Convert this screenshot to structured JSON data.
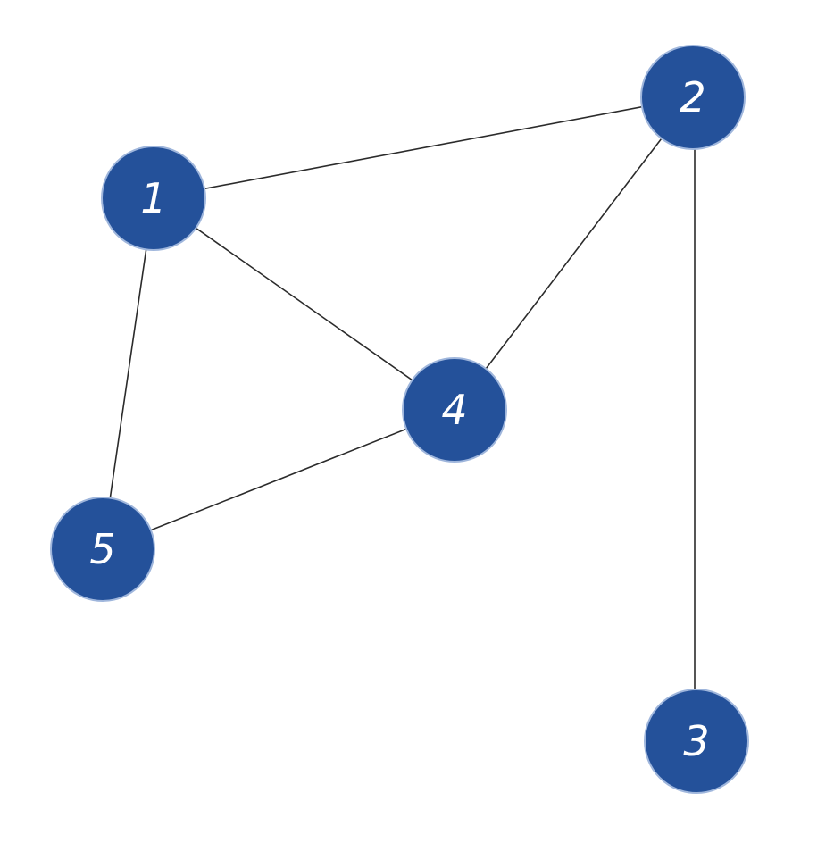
{
  "graph": {
    "node_color": "#24519a",
    "label_color": "#ffffff",
    "edge_color": "#2b2b2b",
    "nodes": [
      {
        "id": "1",
        "label": "1"
      },
      {
        "id": "2",
        "label": "2"
      },
      {
        "id": "3",
        "label": "3"
      },
      {
        "id": "4",
        "label": "4"
      },
      {
        "id": "5",
        "label": "5"
      }
    ],
    "edges": [
      {
        "from": "1",
        "to": "2"
      },
      {
        "from": "1",
        "to": "4"
      },
      {
        "from": "1",
        "to": "5"
      },
      {
        "from": "2",
        "to": "4"
      },
      {
        "from": "2",
        "to": "3"
      },
      {
        "from": "4",
        "to": "5"
      }
    ]
  }
}
